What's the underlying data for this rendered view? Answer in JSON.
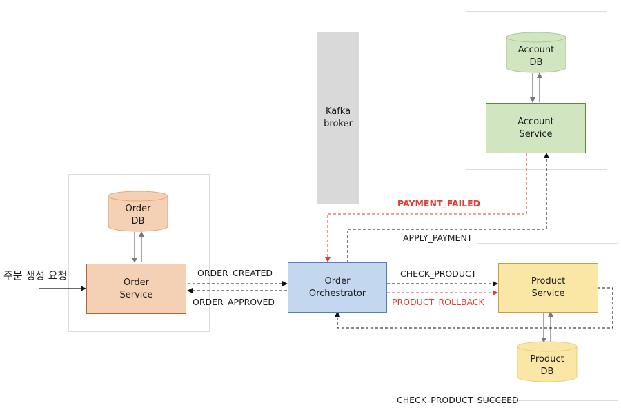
{
  "diagram": {
    "request_label": "주문 생성 요청",
    "kafka": {
      "label": "Kafka\nbroker"
    },
    "order_service": {
      "label": "Order\nService",
      "fill": "#f4d1b5",
      "stroke": "#b8642d"
    },
    "order_db": {
      "label": "Order\nDB",
      "fill": "#f4d1b5",
      "stroke": "#e0a97e"
    },
    "orchestrator": {
      "label": "Order\nOrchestrator",
      "fill": "#c3d8ee",
      "stroke": "#4f7fbf"
    },
    "account_service": {
      "label": "Account\nService",
      "fill": "#d0e5c0",
      "stroke": "#5b8a3a"
    },
    "account_db": {
      "label": "Account\nDB",
      "fill": "#d0e5c0",
      "stroke": "#a8c99a"
    },
    "product_service": {
      "label": "Product\nService",
      "fill": "#fae6a5",
      "stroke": "#c9a23a"
    },
    "product_db": {
      "label": "Product\nDB",
      "fill": "#fae6a5",
      "stroke": "#e8cf7e"
    },
    "events": {
      "order_created": "ORDER_CREATED",
      "order_approved": "ORDER_APPROVED",
      "payment_failed": "PAYMENT_FAILED",
      "apply_payment": "APPLY_PAYMENT",
      "check_product": "CHECK_PRODUCT",
      "product_rollback": "PRODUCT_ROLLBACK",
      "check_product_succeed": "CHECK_PRODUCT_SUCCEED"
    },
    "colors": {
      "error": "#e53a2f",
      "flow": "#222222",
      "db_link": "#777777",
      "kafka_fill": "#d9d9d9"
    }
  }
}
